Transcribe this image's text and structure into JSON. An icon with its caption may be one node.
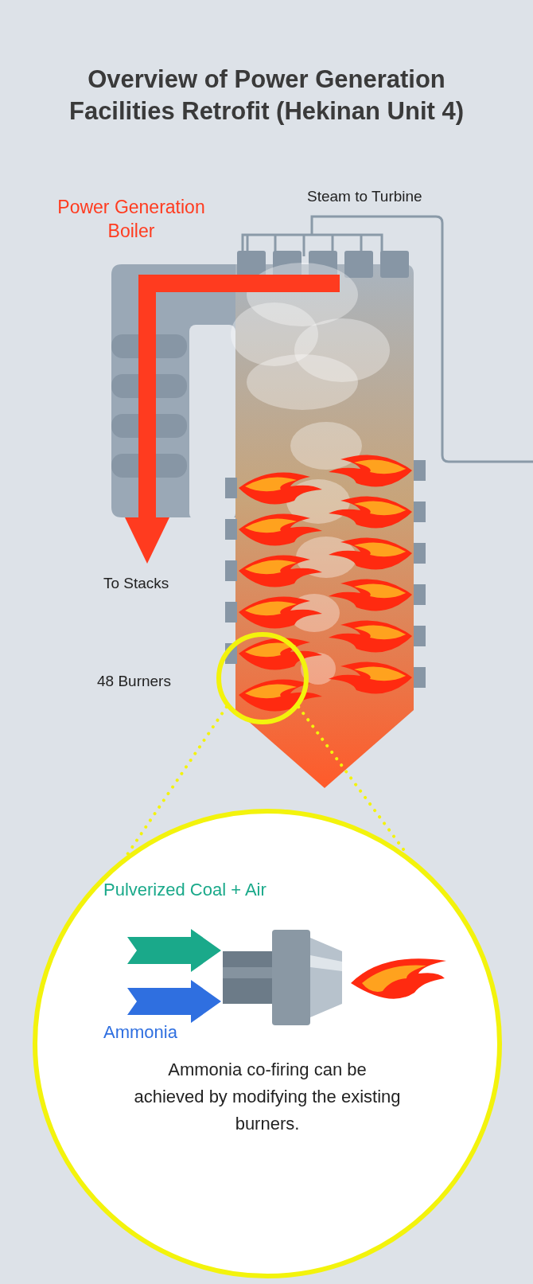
{
  "diagram": {
    "title": "Overview of Power Generation Facilities Retrofit (Hekinan Unit 4)",
    "nodes": [
      {
        "text": [
          "Ammonia co-firing can be achieved by modifying the existing burners."
        ]
      },
      {
        "text": [],
        "shape": "circle"
      },
      {
        "text": [],
        "shape": "picture",
        "in": 0
      }
    ],
    "edges": [
      {
        "from": 1,
        "to": 0,
        "arrow": "none",
        "style": "dashed"
      },
      {
        "from": 1,
        "to": 0,
        "arrow": "none",
        "style": "dashed"
      },
      {
        "from": null,
        "to": 2,
        "arrow": "to",
        "color": "#1aa98a",
        "label": "Pulverized Coal + Air"
      },
      {
        "from": null,
        "to": 2,
        "arrow": "to",
        "color": "#2f6fe0",
        "label": "Ammonia"
      }
    ],
    "labels": [
      "Steam to Turbine",
      "Power Generation Boiler",
      "To Stacks",
      "48 Burners"
    ]
  }
}
